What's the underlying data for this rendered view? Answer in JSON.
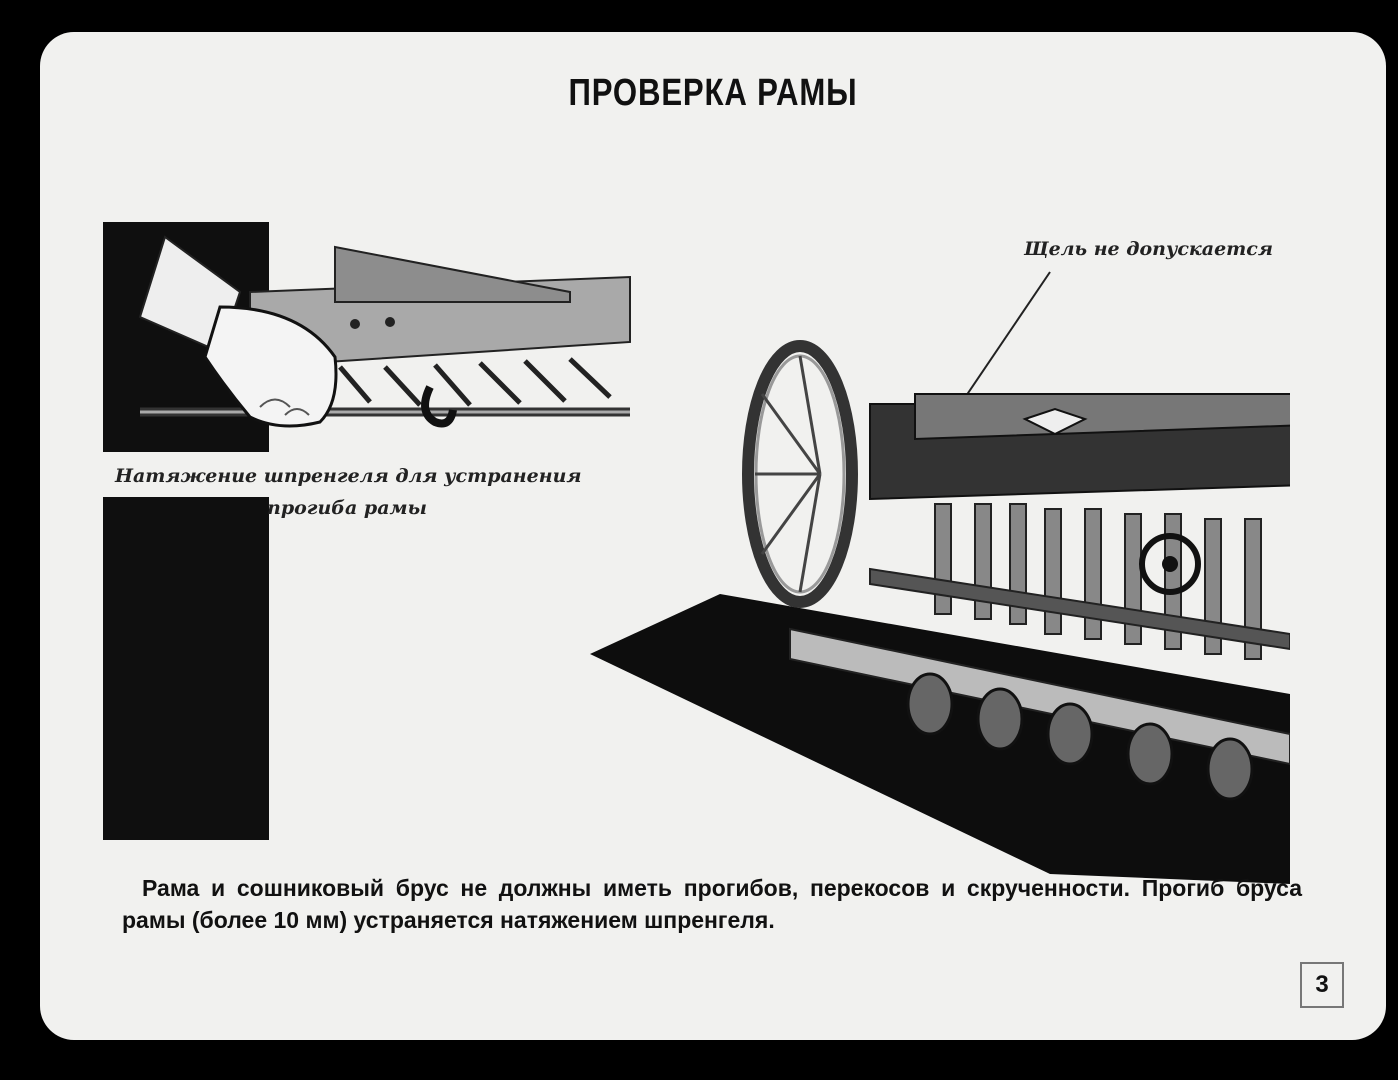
{
  "slide": {
    "title": "ПРОВЕРКА РАМЫ",
    "left_figure": {
      "caption_line1": "Натяжение шпренгеля для устранения",
      "caption_line2": "прогиба рамы",
      "icon": "seed-drill-frame-truss-illustration"
    },
    "right_figure": {
      "callout": "Щель не допускается",
      "icon": "grain-seed-drill-illustration"
    },
    "body_text": "Рама и сошниковый брус не должны иметь прогибов, перекосов и скрученности. Прогиб бруса рамы (более 10 мм) устраняется натяжением шпренгеля.",
    "page_number": "3"
  }
}
